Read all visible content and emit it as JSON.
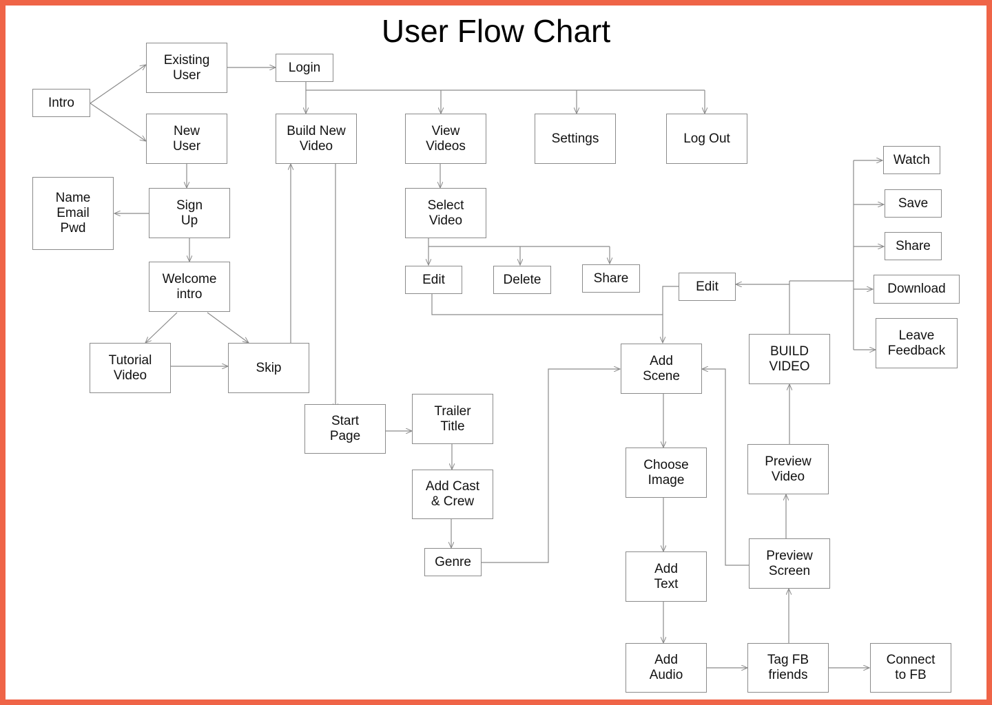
{
  "title": "User Flow Chart",
  "colors": {
    "border": "#ef6447",
    "line": "#8a8a8a",
    "text": "#111111"
  },
  "nodes": {
    "intro": "Intro",
    "existing_user": "Existing\nUser",
    "new_user": "New\nUser",
    "login": "Login",
    "name_email_pwd": "Name\nEmail\nPwd",
    "sign_up": "Sign\nUp",
    "welcome_intro": "Welcome\nintro",
    "tutorial_video": "Tutorial\nVideo",
    "skip": "Skip",
    "build_new_video": "Build New\nVideo",
    "view_videos": "View\nVideos",
    "settings": "Settings",
    "log_out": "Log Out",
    "select_video": "Select\nVideo",
    "edit_video": "Edit",
    "delete": "Delete",
    "share_video": "Share",
    "start_page": "Start\nPage",
    "trailer_title": "Trailer\nTitle",
    "add_cast_crew": "Add Cast\n& Crew",
    "genre": "Genre",
    "add_scene": "Add\nScene",
    "choose_image": "Choose\nImage",
    "add_text": "Add\nText",
    "add_audio": "Add\nAudio",
    "tag_fb_friends": "Tag FB\nfriends",
    "connect_to_fb": "Connect\nto FB",
    "preview_screen": "Preview\nScreen",
    "preview_video": "Preview\nVideo",
    "build_video": "BUILD\nVIDEO",
    "edit_build": "Edit",
    "watch": "Watch",
    "save": "Save",
    "share_build": "Share",
    "download": "Download",
    "leave_feedback": "Leave\nFeedback"
  }
}
